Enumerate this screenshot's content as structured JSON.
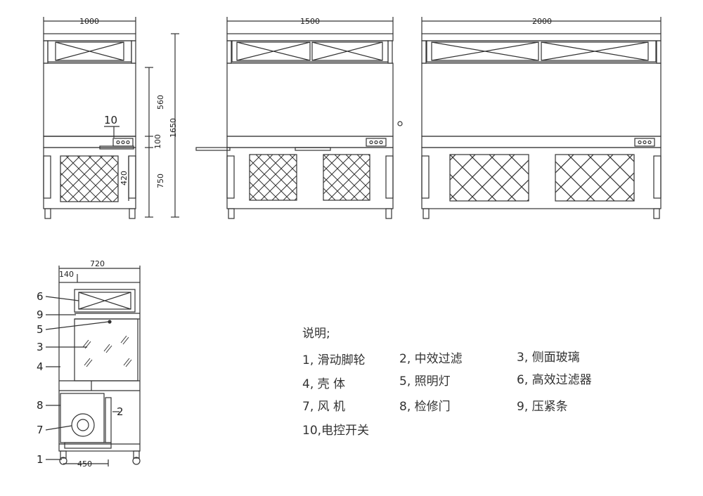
{
  "dimensions": {
    "w1000": "1000",
    "w1500": "1500",
    "w2000": "2000",
    "h560": "560",
    "h100": "100",
    "h750": "750",
    "h1650": "1650",
    "h420": "420",
    "d720": "720",
    "d140": "140",
    "d450": "450"
  },
  "callouts": {
    "front_10": "10",
    "side": [
      "6",
      "9",
      "5",
      "3",
      "4",
      "8",
      "7",
      "1",
      "2"
    ]
  },
  "legend": {
    "heading": "说明;",
    "items": [
      "1, 滑动脚轮",
      "2, 中效过滤",
      "3, 侧面玻璃",
      "4, 壳 体",
      "5, 照明灯",
      "6, 高效过滤器",
      "7, 风 机",
      "8, 检修门",
      "9, 压紧条",
      "10,电控开关"
    ]
  },
  "colors": {
    "line": "#333333",
    "text": "#222222"
  }
}
